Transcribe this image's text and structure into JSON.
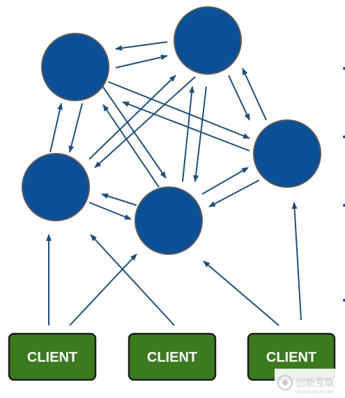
{
  "colors": {
    "node_fill": "#0b4f97",
    "node_stroke": "#5a5a5a",
    "arrow": "#1f4e79",
    "client_fill": "#3b7a1f",
    "client_border": "#1d1d1d",
    "client_text": "#ffffff",
    "bullet": "#1f4e79"
  },
  "nodes": [
    {
      "id": "node-1"
    },
    {
      "id": "node-2"
    },
    {
      "id": "node-3"
    },
    {
      "id": "node-4"
    },
    {
      "id": "node-5"
    }
  ],
  "clients": [
    {
      "id": "client-1",
      "label": "CLIENT"
    },
    {
      "id": "client-2",
      "label": "CLIENT"
    },
    {
      "id": "client-3",
      "label": "CLIENT"
    }
  ],
  "watermark": {
    "logo": "chuangxin-hulian-logo",
    "text": "创新互联",
    "subtext": "CHUANG XIN HU LIAN"
  }
}
